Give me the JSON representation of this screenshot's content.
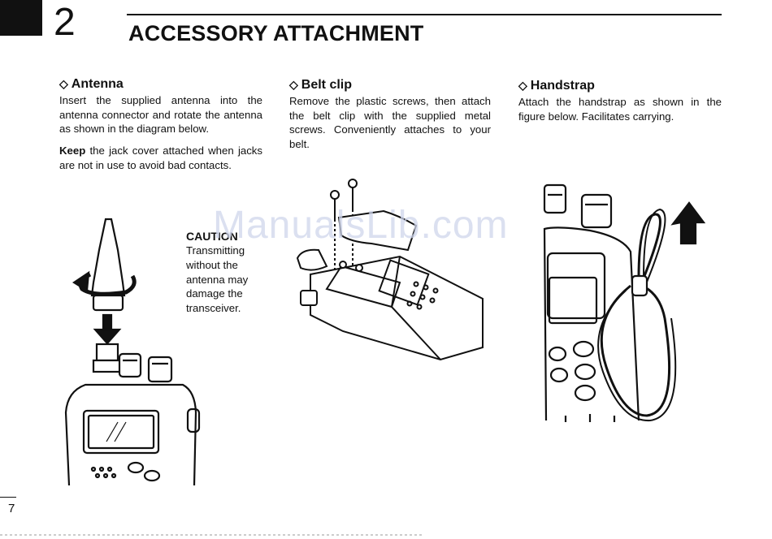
{
  "header": {
    "chapter_number": "2",
    "chapter_title": "ACCESSORY ATTACHMENT"
  },
  "antenna": {
    "heading": "Antenna",
    "para1": "Insert the supplied antenna into the antenna connector and rotate the antenna as shown in the diagram below.",
    "keep_word": "Keep",
    "para2_rest": " the jack cover attached when jacks are not in use to avoid bad contacts.",
    "caution_title": "CAUTION",
    "caution_body": "Transmitting without the antenna may damage the transceiver."
  },
  "belt_clip": {
    "heading": "Belt clip",
    "para1": "Remove the plastic screws, then attach the belt clip with the supplied metal screws. Conveniently attaches to your belt."
  },
  "handstrap": {
    "heading": "Handstrap",
    "para1": "Attach the handstrap as shown in the figure below. Facilitates carrying."
  },
  "watermark": "ManualsLib.com",
  "footer": {
    "page_number": "7"
  }
}
